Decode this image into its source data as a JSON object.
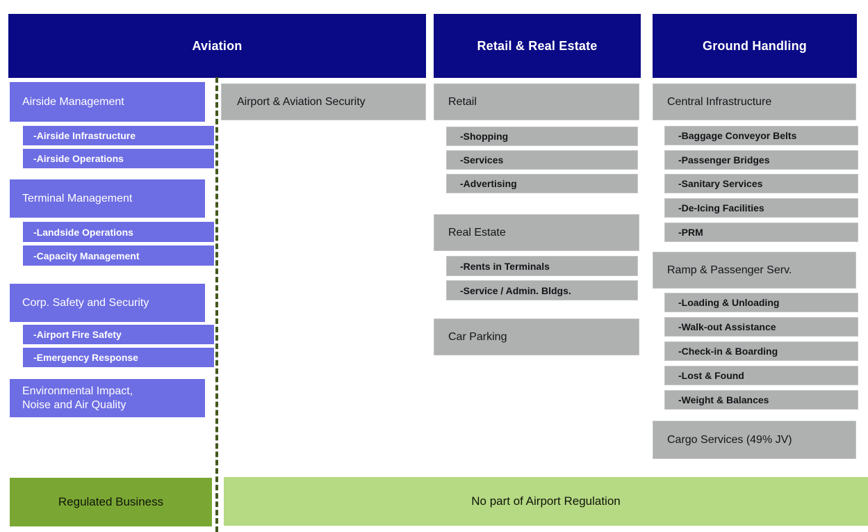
{
  "palette": {
    "navy": "#0a0a86",
    "purple": "#6d6de4",
    "gray": "#aeb1b0",
    "dark_green": "#7aa733",
    "light_green": "#b6d983",
    "dashed_line": "#42591d",
    "header_text": "#ffffff",
    "box_text_dark": "#141418"
  },
  "headers": {
    "aviation": "Aviation",
    "retail": "Retail & Real Estate",
    "ground": "Ground Handling"
  },
  "aviation": {
    "security_box": "Airport & Aviation Security",
    "groups": [
      {
        "title": "Airside Management",
        "items": [
          "-Airside Infrastructure",
          "-Airside Operations"
        ]
      },
      {
        "title": "Terminal Management",
        "items": [
          "-Landside Operations",
          "-Capacity Management"
        ]
      },
      {
        "title": "Corp. Safety and Security",
        "items": [
          "-Airport Fire Safety",
          "-Emergency Response"
        ]
      },
      {
        "title": "Environmental Impact,\nNoise and Air Quality",
        "items": []
      }
    ]
  },
  "retail": {
    "groups": [
      {
        "title": "Retail",
        "items": [
          "-Shopping",
          "-Services",
          "-Advertising"
        ]
      },
      {
        "title": "Real Estate",
        "items": [
          "-Rents in Terminals",
          "-Service / Admin. Bldgs."
        ]
      },
      {
        "title": "Car Parking",
        "items": []
      }
    ]
  },
  "ground": {
    "groups": [
      {
        "title": "Central Infrastructure",
        "items": [
          "-Baggage Conveyor Belts",
          "-Passenger Bridges",
          "-Sanitary Services",
          "-De-Icing Facilities",
          "-PRM"
        ]
      },
      {
        "title": "Ramp & Passenger Serv.",
        "items": [
          "-Loading & Unloading",
          "-Walk-out Assistance",
          "-Check-in & Boarding",
          "-Lost & Found",
          "-Weight & Balances"
        ]
      },
      {
        "title": "Cargo Services (49% JV)",
        "items": []
      }
    ]
  },
  "footer": {
    "regulated": "Regulated Business",
    "unregulated": "No part of Airport Regulation"
  }
}
